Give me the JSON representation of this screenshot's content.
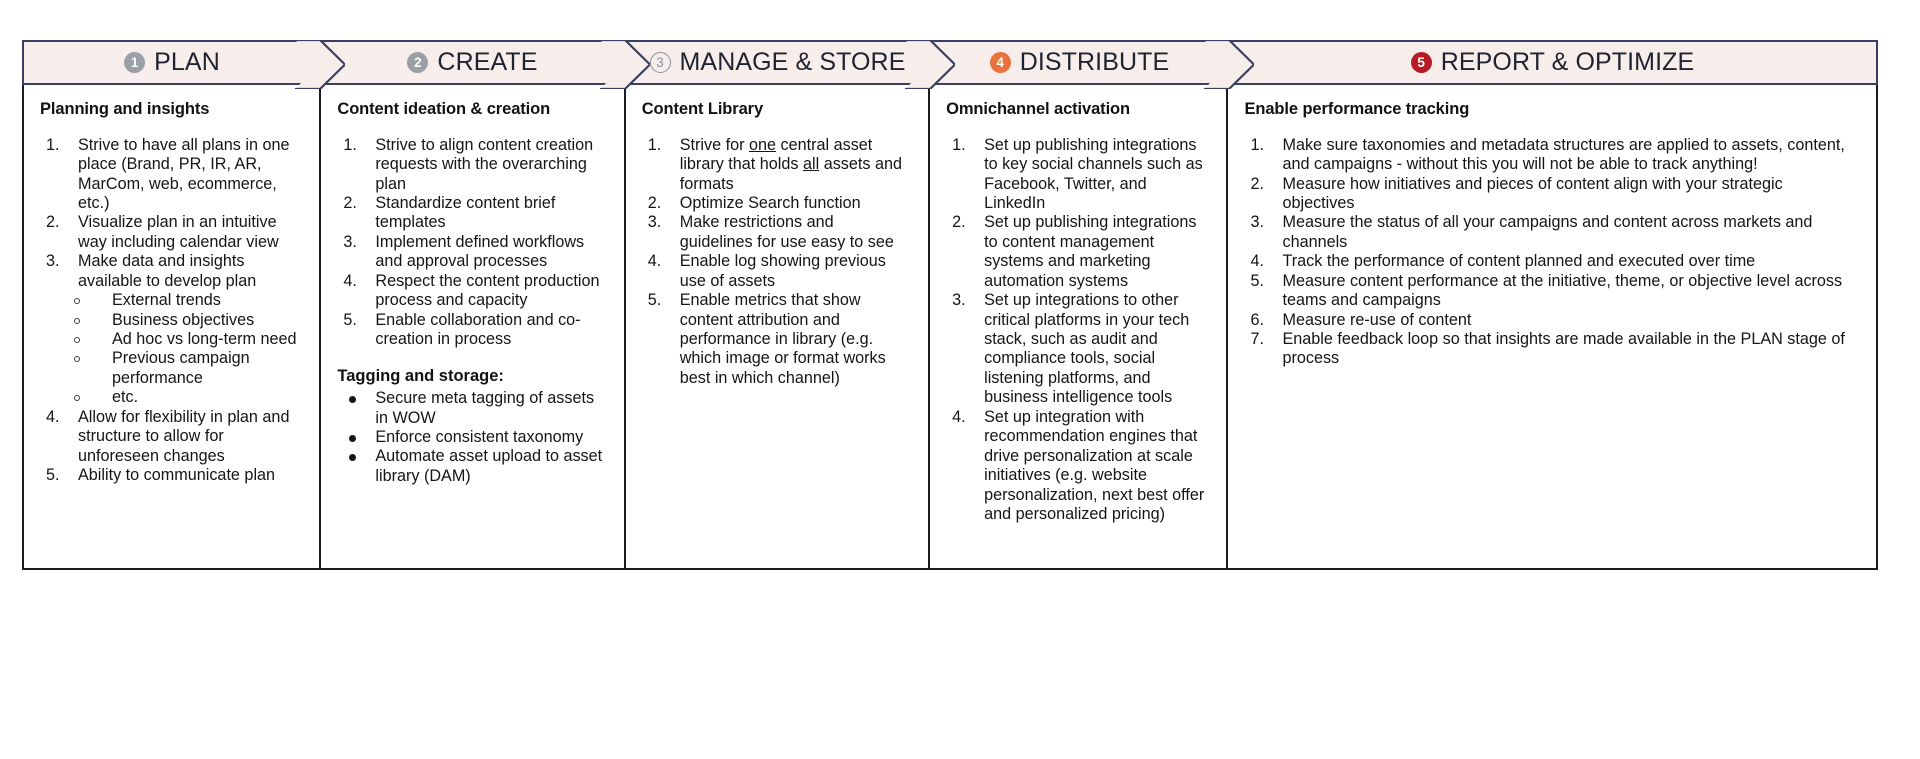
{
  "colors": {
    "header_fill": "#f7eeeb",
    "header_border": "#3b4060",
    "body_border": "#1d1d1d",
    "badge_gray": "#9aa0a6",
    "badge_orange": "#e8713c",
    "badge_red": "#b61b26",
    "text": "#141516"
  },
  "stages": [
    {
      "number": "1",
      "label": "PLAN",
      "badge_style": "filled-gray"
    },
    {
      "number": "2",
      "label": "CREATE",
      "badge_style": "filled-gray"
    },
    {
      "number": "3",
      "label": "MANAGE & STORE",
      "badge_style": "outline-gray"
    },
    {
      "number": "4",
      "label": "DISTRIBUTE",
      "badge_style": "filled-orange"
    },
    {
      "number": "5",
      "label": "REPORT & OPTIMIZE",
      "badge_style": "filled-red"
    }
  ],
  "columns": [
    {
      "title": "Planning and insights",
      "items": [
        {
          "num": "1.",
          "text": "Strive to have all plans in one place (Brand, PR, IR, AR, MarCom, web, ecommerce, etc.)"
        },
        {
          "num": "2.",
          "text": "Visualize plan in an intuitive way including calendar view"
        },
        {
          "num": "3.",
          "text": "Make data and insights available to develop plan"
        }
      ],
      "sub_items": [
        "External trends",
        "Business objectives",
        "Ad hoc vs long-term need",
        "Previous campaign performance",
        "etc."
      ],
      "items_after": [
        {
          "num": "4.",
          "text": "Allow for flexibility in plan and structure to allow for unforeseen changes"
        },
        {
          "num": "5.",
          "text": "Ability to communicate plan"
        }
      ]
    },
    {
      "title": "Content ideation & creation",
      "items": [
        {
          "num": "1.",
          "text": "Strive to align content creation requests with the overarching plan"
        },
        {
          "num": "2.",
          "text": "Standardize content brief templates"
        },
        {
          "num": "3.",
          "text": "Implement defined workflows and approval processes"
        },
        {
          "num": "4.",
          "text": "Respect the content production process and capacity"
        },
        {
          "num": "5.",
          "text": "Enable collaboration and co-creation in process"
        }
      ],
      "section_title": "Tagging and storage:",
      "bullets": [
        "Secure meta tagging of assets in WOW",
        "Enforce consistent taxonomy",
        "Automate asset upload to asset library (DAM)"
      ]
    },
    {
      "title": "Content Library",
      "items": [
        {
          "num": "1.",
          "text_parts": [
            {
              "t": "Strive for "
            },
            {
              "t": "one",
              "underline": true
            },
            {
              "t": " central asset library that holds "
            },
            {
              "t": "all",
              "underline": true
            },
            {
              "t": " assets and formats"
            }
          ]
        },
        {
          "num": "2.",
          "text": "Optimize Search function"
        },
        {
          "num": "3.",
          "text": "Make restrictions and guidelines for use easy to see"
        },
        {
          "num": "4.",
          "text": "Enable log showing previous use of assets"
        },
        {
          "num": "5.",
          "text": "Enable metrics that show content attribution and performance in library (e.g. which image or format works best in which channel)"
        }
      ]
    },
    {
      "title": "Omnichannel activation",
      "items": [
        {
          "num": "1.",
          "text": "Set up publishing integrations to key social channels such as Facebook, Twitter, and LinkedIn"
        },
        {
          "num": "2.",
          "text": "Set up publishing integrations to content management systems and marketing automation systems"
        },
        {
          "num": "3.",
          "text": "Set up integrations to other critical platforms in your tech stack, such as audit and compliance tools, social listening platforms, and business intelligence tools"
        },
        {
          "num": "4.",
          "text": "Set up integration with recommendation engines that drive personalization at scale initiatives (e.g. website personalization, next best offer and personalized pricing)"
        }
      ]
    },
    {
      "title": "Enable performance tracking",
      "items": [
        {
          "num": "1.",
          "text": "Make sure taxonomies and metadata structures are applied to assets, content, and campaigns - without this you will not be able to track anything!"
        },
        {
          "num": "2.",
          "text": "Measure how initiatives and pieces of content align with your strategic objectives"
        },
        {
          "num": "3.",
          "text": "Measure the status of all your campaigns and content across markets and channels"
        },
        {
          "num": "4.",
          "text": "Track the performance of content planned and executed over time"
        },
        {
          "num": "5.",
          "text": "Measure content performance at the initiative, theme, or objective level across teams and campaigns"
        },
        {
          "num": "6.",
          "text": "Measure re-use of content"
        },
        {
          "num": "7.",
          "text": "Enable feedback loop so that insights are made available in the PLAN stage of process"
        }
      ]
    }
  ]
}
